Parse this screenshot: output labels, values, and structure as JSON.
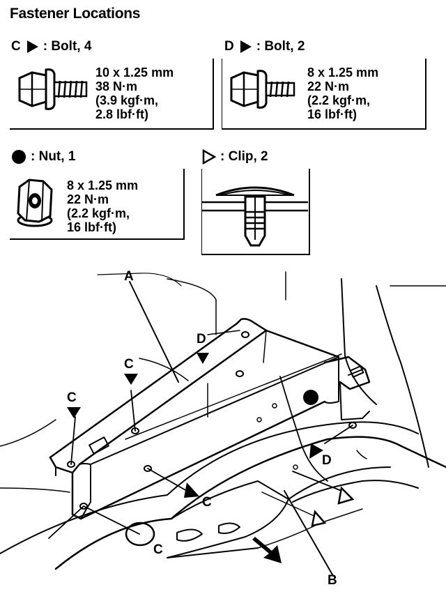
{
  "title": "Fastener Locations",
  "fasteners": [
    {
      "letter": "C",
      "symbol": "right-filled-triangle-icon",
      "type": ": Bolt, 4",
      "spec": [
        "10 x 1.25 mm",
        "38 N·m",
        "(3.9 kgf·m,",
        "2.8 lbf·ft)"
      ]
    },
    {
      "letter": "D",
      "symbol": "right-filled-triangle-icon",
      "type": ": Bolt, 2",
      "spec": [
        "8 x 1.25 mm",
        "22 N·m",
        "(2.2 kgf·m,",
        "16 lbf·ft)"
      ]
    },
    {
      "letter": "",
      "symbol": "filled-circle-icon",
      "type": ": Nut, 1",
      "spec": [
        "8 x 1.25 mm",
        "22 N·m",
        "(2.2 kgf·m,",
        "16 lbf·ft)"
      ]
    },
    {
      "letter": "",
      "symbol": "right-open-triangle-icon",
      "type": ": Clip, 2",
      "spec": []
    }
  ],
  "diagram_labels": {
    "a": "A",
    "b": "B",
    "c": "C",
    "d": "D"
  }
}
